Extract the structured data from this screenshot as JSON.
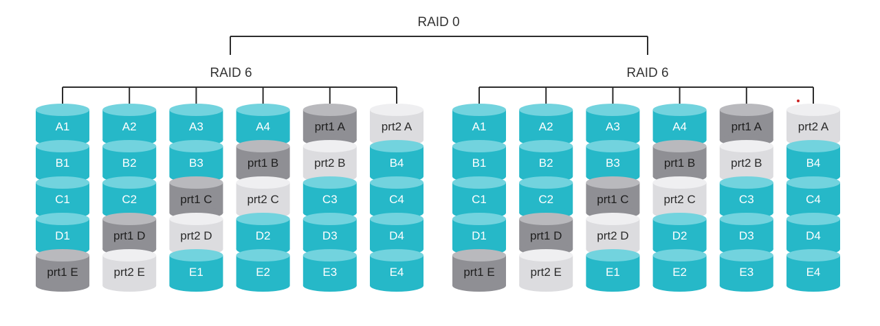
{
  "title": "RAID 0",
  "colors": {
    "data": "#26b8c8",
    "data_top": "#72d3de",
    "data_text": "#ffffff",
    "parity1": "#8f8f94",
    "parity1_top": "#b9b9bd",
    "parity1_text": "#1e1e1e",
    "parity2": "#dcdcdf",
    "parity2_top": "#efeff1",
    "parity2_text": "#2a2a2a",
    "line": "#2b2b2b",
    "marker": "#cc2222"
  },
  "groups": [
    {
      "label": "RAID 6",
      "disks": [
        [
          {
            "t": "A1",
            "k": "data"
          },
          {
            "t": "B1",
            "k": "data"
          },
          {
            "t": "C1",
            "k": "data"
          },
          {
            "t": "D1",
            "k": "data"
          },
          {
            "t": "prt1 E",
            "k": "parity1"
          }
        ],
        [
          {
            "t": "A2",
            "k": "data"
          },
          {
            "t": "B2",
            "k": "data"
          },
          {
            "t": "C2",
            "k": "data"
          },
          {
            "t": "prt1 D",
            "k": "parity1"
          },
          {
            "t": "prt2 E",
            "k": "parity2"
          }
        ],
        [
          {
            "t": "A3",
            "k": "data"
          },
          {
            "t": "B3",
            "k": "data"
          },
          {
            "t": "prt1 C",
            "k": "parity1"
          },
          {
            "t": "prt2 D",
            "k": "parity2"
          },
          {
            "t": "E1",
            "k": "data"
          }
        ],
        [
          {
            "t": "A4",
            "k": "data"
          },
          {
            "t": "prt1 B",
            "k": "parity1"
          },
          {
            "t": "prt2 C",
            "k": "parity2"
          },
          {
            "t": "D2",
            "k": "data"
          },
          {
            "t": "E2",
            "k": "data"
          }
        ],
        [
          {
            "t": "prt1 A",
            "k": "parity1"
          },
          {
            "t": "prt2 B",
            "k": "parity2"
          },
          {
            "t": "C3",
            "k": "data"
          },
          {
            "t": "D3",
            "k": "data"
          },
          {
            "t": "E3",
            "k": "data"
          }
        ],
        [
          {
            "t": "prt2 A",
            "k": "parity2"
          },
          {
            "t": "B4",
            "k": "data"
          },
          {
            "t": "C4",
            "k": "data"
          },
          {
            "t": "D4",
            "k": "data"
          },
          {
            "t": "E4",
            "k": "data"
          }
        ]
      ]
    },
    {
      "label": "RAID 6",
      "disks": [
        [
          {
            "t": "A1",
            "k": "data"
          },
          {
            "t": "B1",
            "k": "data"
          },
          {
            "t": "C1",
            "k": "data"
          },
          {
            "t": "D1",
            "k": "data"
          },
          {
            "t": "prt1 E",
            "k": "parity1"
          }
        ],
        [
          {
            "t": "A2",
            "k": "data"
          },
          {
            "t": "B2",
            "k": "data"
          },
          {
            "t": "C2",
            "k": "data"
          },
          {
            "t": "prt1 D",
            "k": "parity1"
          },
          {
            "t": "prt2 E",
            "k": "parity2"
          }
        ],
        [
          {
            "t": "A3",
            "k": "data"
          },
          {
            "t": "B3",
            "k": "data"
          },
          {
            "t": "prt1 C",
            "k": "parity1"
          },
          {
            "t": "prt2 D",
            "k": "parity2"
          },
          {
            "t": "E1",
            "k": "data"
          }
        ],
        [
          {
            "t": "A4",
            "k": "data"
          },
          {
            "t": "prt1 B",
            "k": "parity1"
          },
          {
            "t": "prt2 C",
            "k": "parity2"
          },
          {
            "t": "D2",
            "k": "data"
          },
          {
            "t": "E2",
            "k": "data"
          }
        ],
        [
          {
            "t": "prt1 A",
            "k": "parity1"
          },
          {
            "t": "prt2 B",
            "k": "parity2"
          },
          {
            "t": "C3",
            "k": "data"
          },
          {
            "t": "D3",
            "k": "data"
          },
          {
            "t": "E3",
            "k": "data"
          }
        ],
        [
          {
            "t": "prt2 A",
            "k": "parity2"
          },
          {
            "t": "B4",
            "k": "data"
          },
          {
            "t": "C4",
            "k": "data"
          },
          {
            "t": "D4",
            "k": "data"
          },
          {
            "t": "E4",
            "k": "data"
          }
        ]
      ]
    }
  ]
}
